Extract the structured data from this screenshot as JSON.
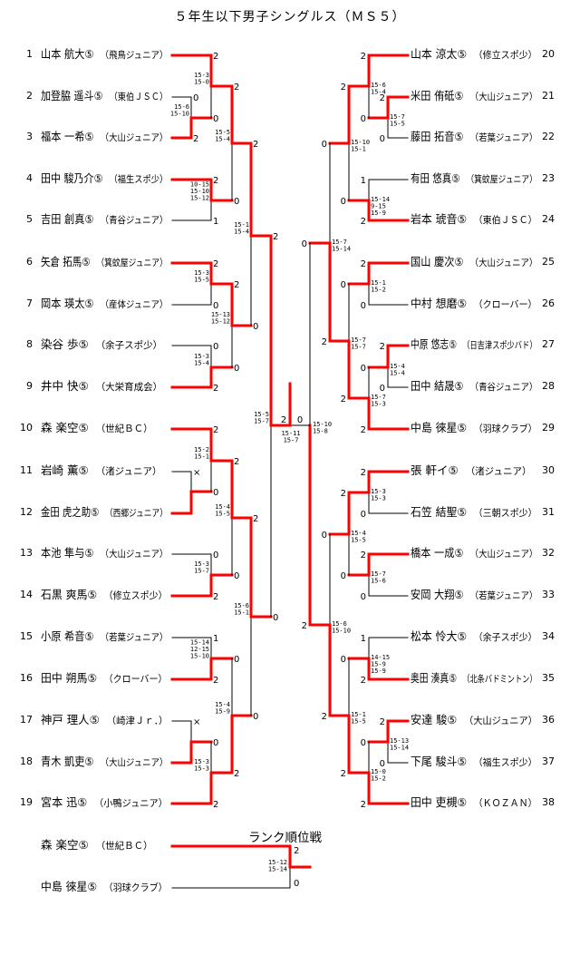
{
  "title": "５年生以下男子シングルス（ＭＳ５）",
  "colors": {
    "winner_line": "#ff0000",
    "loser_line": "#000000"
  },
  "left_players": [
    {
      "no": "1",
      "name": "山本 航大⑤",
      "team": "（飛鳥ジュニア）"
    },
    {
      "no": "2",
      "name": "加登脇 遥斗⑤",
      "team": "（東伯ＪＳＣ）"
    },
    {
      "no": "3",
      "name": "福本 一希⑤",
      "team": "（大山ジュニア）"
    },
    {
      "no": "4",
      "name": "田中 駿乃介⑤",
      "team": "（福生スポ少）"
    },
    {
      "no": "5",
      "name": "吉田 創真⑤",
      "team": "（青谷ジュニア）"
    },
    {
      "no": "6",
      "name": "矢倉 拓馬⑤",
      "team": "（箕蚊屋ジュニア）"
    },
    {
      "no": "7",
      "name": "岡本 瑛太⑤",
      "team": "（産体ジュニア）"
    },
    {
      "no": "8",
      "name": "染谷 歩⑤",
      "team": "（余子スポ少）"
    },
    {
      "no": "9",
      "name": "井中 快⑤",
      "team": "（大栄育成会）"
    },
    {
      "no": "10",
      "name": "森 楽空⑤",
      "team": "（世紀ＢＣ）"
    },
    {
      "no": "11",
      "name": "岩崎 薫⑤",
      "team": "（渚ジュニア）"
    },
    {
      "no": "12",
      "name": "金田 虎之助⑤",
      "team": "（西郷ジュニア）"
    },
    {
      "no": "13",
      "name": "本池 隼与⑤",
      "team": "（大山ジュニア）"
    },
    {
      "no": "14",
      "name": "石黒 爽馬⑤",
      "team": "（修立スポ少）"
    },
    {
      "no": "15",
      "name": "小原 希音⑤",
      "team": "（若葉ジュニア）"
    },
    {
      "no": "16",
      "name": "田中 朔馬⑤",
      "team": "（クローバー）"
    },
    {
      "no": "17",
      "name": "神戸 理人⑤",
      "team": "（崎津Ｊｒ．）"
    },
    {
      "no": "18",
      "name": "青木 凱吏⑤",
      "team": "（大山ジュニア）"
    },
    {
      "no": "19",
      "name": "宮本 迅⑤",
      "team": "（小鴨ジュニア）"
    }
  ],
  "right_players": [
    {
      "no": "20",
      "name": "山本 涼太⑤",
      "team": "（修立スポ少）"
    },
    {
      "no": "21",
      "name": "米田 侑砥⑤",
      "team": "（大山ジュニア）"
    },
    {
      "no": "22",
      "name": "藤田 拓音⑤",
      "team": "（若葉ジュニア）"
    },
    {
      "no": "23",
      "name": "有田 悠真⑤",
      "team": "（箕蚊屋ジュニア）"
    },
    {
      "no": "24",
      "name": "岩本 琥音⑤",
      "team": "（東伯ＪＳＣ）"
    },
    {
      "no": "25",
      "name": "国山 慶次⑤",
      "team": "（大山ジュニア）"
    },
    {
      "no": "26",
      "name": "中村 想磨⑤",
      "team": "（クローバー）"
    },
    {
      "no": "27",
      "name": "中原 悠志⑤",
      "team": "（日吉津スポ少バド）"
    },
    {
      "no": "28",
      "name": "田中 結晟⑤",
      "team": "（青谷ジュニア）"
    },
    {
      "no": "29",
      "name": "中島 徠星⑤",
      "team": "（羽球クラブ）"
    },
    {
      "no": "30",
      "name": "張 軒イ⑤",
      "team": "（渚ジュニア）"
    },
    {
      "no": "31",
      "name": "石笠 結聖⑤",
      "team": "（三朝スポ少）"
    },
    {
      "no": "32",
      "name": "橋本 一成⑤",
      "team": "（大山ジュニア）"
    },
    {
      "no": "33",
      "name": "安岡 大翔⑤",
      "team": "（若葉ジュニア）"
    },
    {
      "no": "34",
      "name": "松本 怜大⑤",
      "team": "（余子スポ少）"
    },
    {
      "no": "35",
      "name": "奥田 湊真⑤",
      "team": "（北条バドミントン）"
    },
    {
      "no": "36",
      "name": "安達 駿⑤",
      "team": "（大山ジュニア）"
    },
    {
      "no": "37",
      "name": "下尾 駿斗⑤",
      "team": "（福生スポ少）"
    },
    {
      "no": "38",
      "name": "田中 吏槻⑤",
      "team": "（ＫＯＺＡＮ）"
    }
  ],
  "left_matches": [
    {
      "marks": [
        "0",
        "2"
      ],
      "scores": [
        "15-6",
        "15-10"
      ]
    },
    {
      "marks": [
        "2",
        "0"
      ],
      "scores": [
        "15-3",
        "15-0"
      ]
    },
    {
      "marks": [
        "2",
        "1"
      ],
      "scores": [
        "10-15",
        "15-10",
        "15-12"
      ]
    },
    {
      "marks": [
        "2",
        "0"
      ],
      "scores": [
        "15-5",
        "15-4"
      ]
    },
    {
      "marks": [
        "2",
        "0"
      ],
      "scores": [
        "15-3",
        "15-5"
      ]
    },
    {
      "marks": [
        "0",
        "2"
      ],
      "scores": [
        "15-3",
        "15-4"
      ]
    },
    {
      "marks": [
        "2",
        "0"
      ],
      "scores": [
        "15-13",
        "15-12"
      ]
    },
    {
      "marks": [
        "2",
        "0"
      ],
      "scores": [
        "15-1",
        "15-4"
      ]
    },
    {
      "marks": [
        "×",
        ""
      ],
      "scores": []
    },
    {
      "marks": [
        "2",
        "0"
      ],
      "scores": [
        "15-2",
        "15-1"
      ]
    },
    {
      "marks": [
        "0",
        "2"
      ],
      "scores": [
        "15-3",
        "15-7"
      ]
    },
    {
      "marks": [
        "2",
        "0"
      ],
      "scores": [
        "15-4",
        "15-5"
      ]
    },
    {
      "marks": [
        "1",
        "2"
      ],
      "scores": [
        "15-14",
        "12-15",
        "15-10"
      ]
    },
    {
      "marks": [
        "×",
        ""
      ],
      "scores": []
    },
    {
      "marks": [
        "0",
        "2"
      ],
      "scores": [
        "15-3",
        "15-3"
      ]
    },
    {
      "marks": [
        "0",
        "2"
      ],
      "scores": [
        "15-4",
        "15-9"
      ]
    },
    {
      "marks": [
        "2",
        "0"
      ],
      "scores": [
        "15-6",
        "15-1"
      ]
    },
    {
      "marks": [
        "2",
        "0"
      ],
      "scores": [
        "15-5",
        "15-7"
      ]
    }
  ],
  "right_matches": [
    {
      "marks": [
        "2",
        "0"
      ],
      "scores": [
        "15-7",
        "15-5"
      ]
    },
    {
      "marks": [
        "2",
        "0"
      ],
      "scores": [
        "15-6",
        "15-4"
      ]
    },
    {
      "marks": [
        "1",
        "2"
      ],
      "scores": [
        "15-14",
        "9-15",
        "15-9"
      ]
    },
    {
      "marks": [
        "2",
        "0"
      ],
      "scores": [
        "15-10",
        "15-1"
      ]
    },
    {
      "marks": [
        "2",
        "0"
      ],
      "scores": [
        "15-1",
        "15-2"
      ]
    },
    {
      "marks": [
        "2",
        "0"
      ],
      "scores": [
        "15-4",
        "15-4"
      ]
    },
    {
      "marks": [
        "0",
        "2"
      ],
      "scores": [
        "15-7",
        "15-3"
      ]
    },
    {
      "marks": [
        "0",
        "2"
      ],
      "scores": [
        "15-7",
        "15-7"
      ]
    },
    {
      "marks": [
        "0",
        "2"
      ],
      "scores": [
        "15-7",
        "15-14"
      ]
    },
    {
      "marks": [
        "2",
        "0"
      ],
      "scores": [
        "15-3",
        "15-3"
      ]
    },
    {
      "marks": [
        "2",
        "0"
      ],
      "scores": [
        "15-7",
        "15-6"
      ]
    },
    {
      "marks": [
        "2",
        "0"
      ],
      "scores": [
        "15-4",
        "15-5"
      ]
    },
    {
      "marks": [
        "1",
        "2"
      ],
      "scores": [
        "14-15",
        "15-9",
        "15-9"
      ]
    },
    {
      "marks": [
        "2",
        "0"
      ],
      "scores": [
        "15-13",
        "15-14"
      ]
    },
    {
      "marks": [
        "0",
        "2"
      ],
      "scores": [
        "15-0",
        "15-2"
      ]
    },
    {
      "marks": [
        "0",
        "2"
      ],
      "scores": [
        "15-1",
        "15-5"
      ]
    },
    {
      "marks": [
        "0",
        "2"
      ],
      "scores": [
        "15-6",
        "15-10"
      ]
    },
    {
      "marks": [
        "0",
        "2"
      ],
      "scores": [
        "15-10",
        "15-8"
      ]
    }
  ],
  "final": {
    "marks": [
      "2",
      "0"
    ],
    "scores": [
      "15-11",
      "15-7"
    ]
  },
  "rank_match": {
    "title": "ランク順位戦",
    "players": [
      {
        "name": "森 楽空⑤",
        "team": "（世紀ＢＣ）"
      },
      {
        "name": "中島 徠星⑤",
        "team": "（羽球クラブ）"
      }
    ],
    "marks": [
      "2",
      "0"
    ],
    "scores": [
      "15-12",
      "15-14"
    ]
  }
}
